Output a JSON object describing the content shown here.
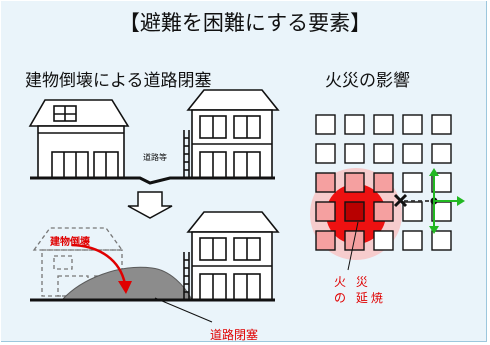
{
  "title": "【避難を困難にする要素】",
  "left_heading": "建物倒壊による道路閉塞",
  "right_heading": "火災の影響",
  "road_label": "道路等",
  "collapse_label": "建物倒壊",
  "fire_label": "火 災 の 延焼",
  "closure_label": "道路閉塞",
  "colors": {
    "fire_core": "#ee1111",
    "fire_outer": "#f5a0a0",
    "accent_red": "#e00000",
    "arrow_green": "#22b822",
    "panel_bg": "#eaf4fa"
  },
  "icons": [
    "down-arrow-icon",
    "x-mark-icon",
    "green-cross-arrows-icon"
  ]
}
